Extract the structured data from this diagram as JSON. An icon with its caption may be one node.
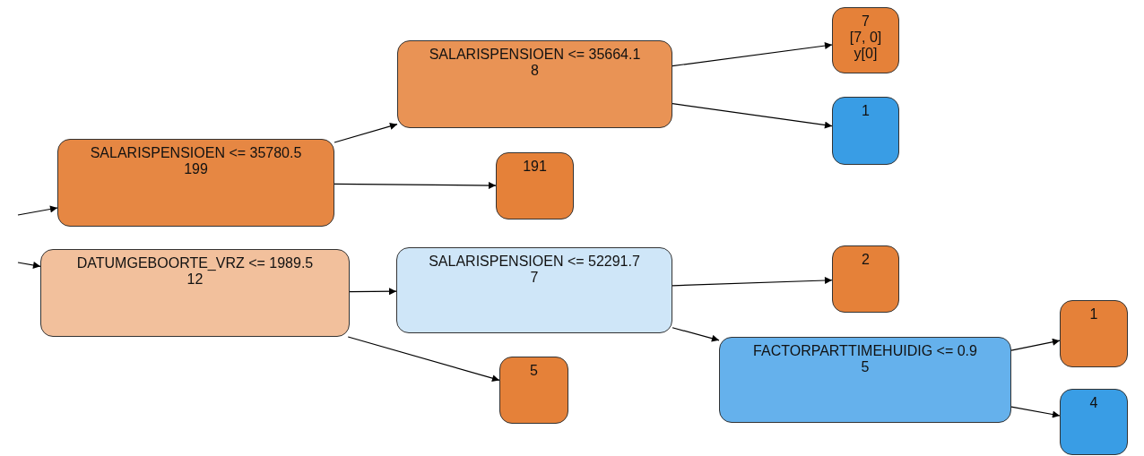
{
  "diagram": {
    "nodes": [
      {
        "text": [
          "SALARISPENSIOEN <= 35664.1",
          "8"
        ]
      },
      {
        "text": [
          "7",
          "[7, 0]",
          "y[0]"
        ]
      },
      {
        "text": [
          "1"
        ]
      },
      {
        "text": [
          "SALARISPENSIOEN <= 35780.5",
          "199"
        ]
      },
      {
        "text": [
          "191"
        ]
      },
      {
        "text": [
          "DATUMGEBOORTE_VRZ <= 1989.5",
          "12"
        ]
      },
      {
        "text": [
          "SALARISPENSIOEN <= 52291.7",
          "7"
        ]
      },
      {
        "text": [
          "2"
        ]
      },
      {
        "text": [
          "FACTORPARTTIMEHUIDIG <= 0.9",
          "5"
        ]
      },
      {
        "text": [
          "5"
        ]
      },
      {
        "text": [
          "1"
        ]
      },
      {
        "text": [
          "4"
        ]
      }
    ],
    "edges": [
      {
        "from": null,
        "to": 3,
        "arrow": "to"
      },
      {
        "from": null,
        "to": 5,
        "arrow": "to"
      },
      {
        "from": 3,
        "to": 0,
        "arrow": "to"
      },
      {
        "from": 3,
        "to": 4,
        "arrow": "to"
      },
      {
        "from": 0,
        "to": 1,
        "arrow": "to"
      },
      {
        "from": 0,
        "to": 2,
        "arrow": "to"
      },
      {
        "from": 5,
        "to": 6,
        "arrow": "to"
      },
      {
        "from": 5,
        "to": 9,
        "arrow": "to"
      },
      {
        "from": 6,
        "to": 7,
        "arrow": "to"
      },
      {
        "from": 6,
        "to": 8,
        "arrow": "to"
      },
      {
        "from": 8,
        "to": 10,
        "arrow": "to"
      },
      {
        "from": 8,
        "to": 11,
        "arrow": "to"
      }
    ]
  }
}
